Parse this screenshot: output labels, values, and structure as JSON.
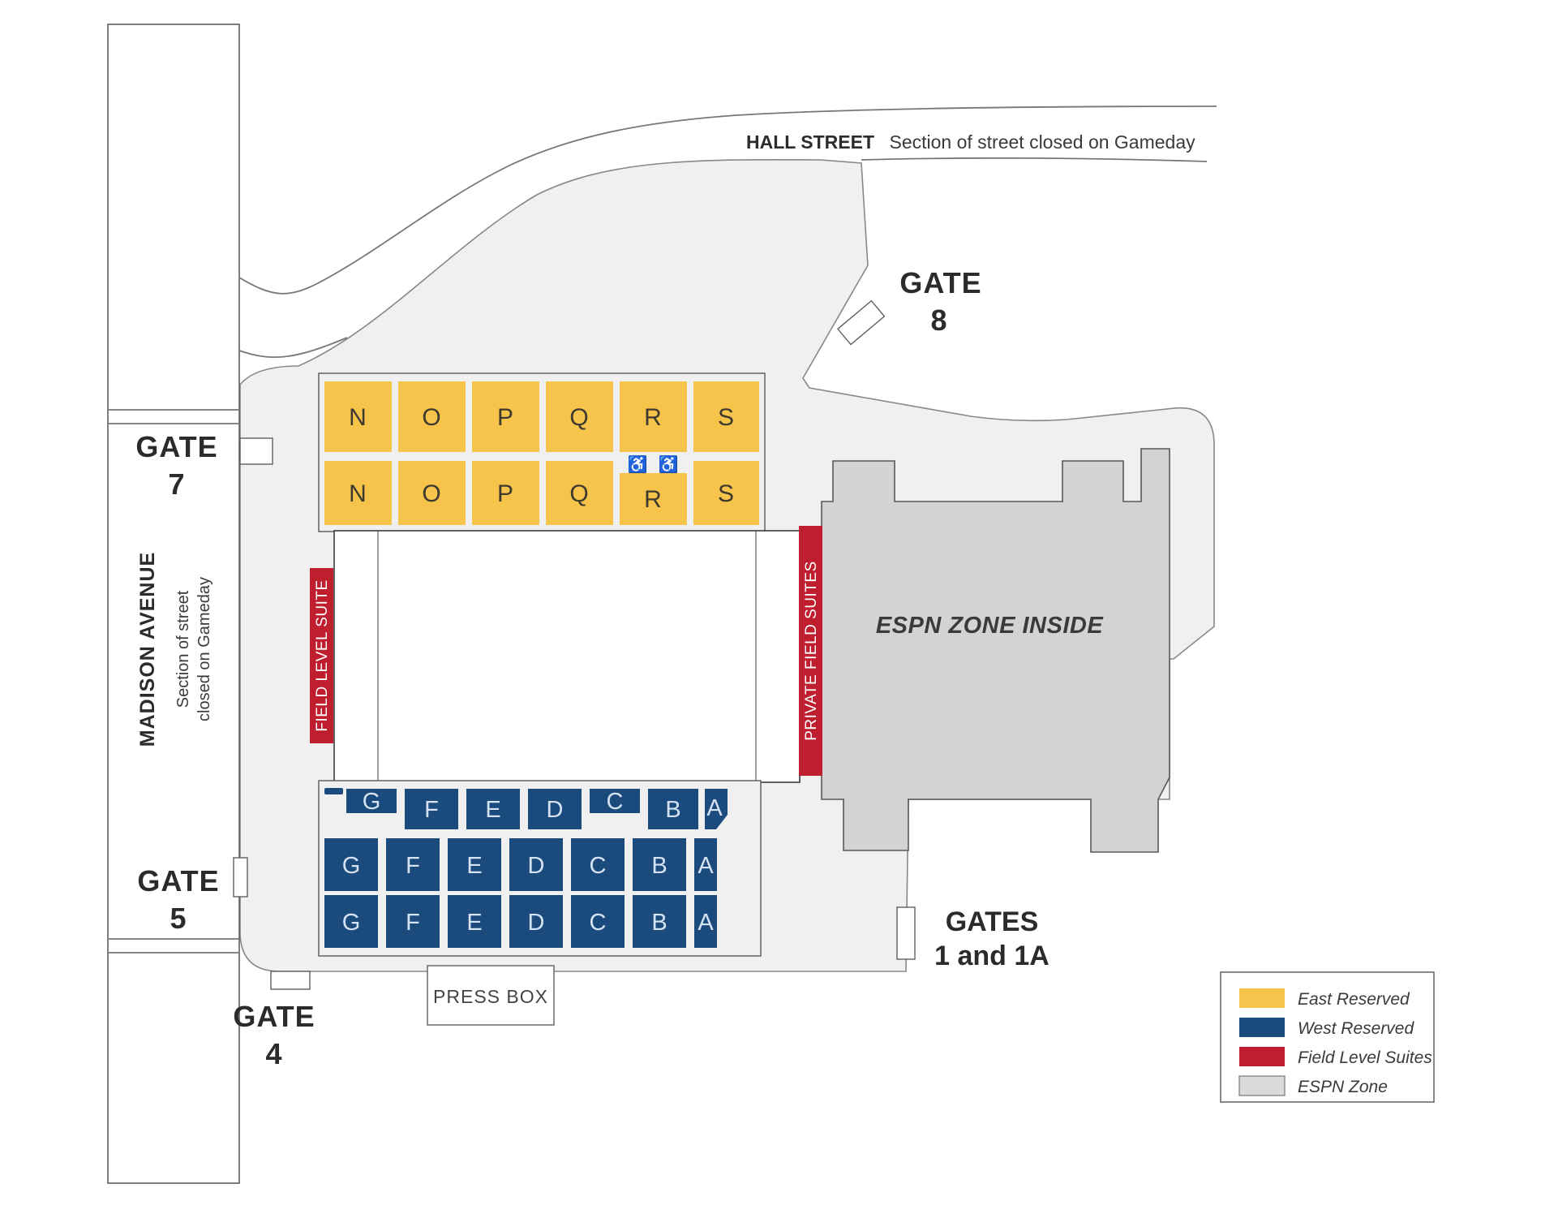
{
  "colors": {
    "east": "#F6C44A",
    "west": "#1B4A7D",
    "suites": "#BE1E2D",
    "espn_zone": "#D3D3D5",
    "concourse": "#F0F0F1"
  },
  "streets": {
    "hall_name": "HALL STREET",
    "hall_note": "Section of street closed on Gameday",
    "madison_name": "MADISON AVENUE",
    "madison_note1": "Section of street",
    "madison_note2": "closed on Gameday"
  },
  "gates": {
    "gate7_word": "GATE",
    "gate7_num": "7",
    "gate8_word": "GATE",
    "gate8_num": "8",
    "gate5_word": "GATE",
    "gate5_num": "5",
    "gate4_word": "GATE",
    "gate4_num": "4",
    "gates1_line1": "GATES",
    "gates1_line2": "1 and 1A"
  },
  "east_stand": {
    "rows": [
      [
        "N",
        "O",
        "P",
        "Q",
        "R",
        "S"
      ],
      [
        "N",
        "O",
        "P",
        "Q",
        "R",
        "S"
      ]
    ]
  },
  "west_stand": {
    "rows": [
      [
        "G",
        "F",
        "E",
        "D",
        "C",
        "B",
        "A"
      ],
      [
        "G",
        "F",
        "E",
        "D",
        "C",
        "B",
        "A"
      ],
      [
        "G",
        "F",
        "E",
        "D",
        "C",
        "B",
        "A"
      ]
    ]
  },
  "suites": {
    "left_label": "FIELD LEVEL SUITE",
    "right_label": "PRIVATE FIELD SUITES"
  },
  "espn": {
    "label": "ESPN ZONE INSIDE"
  },
  "press_box": {
    "label": "PRESS BOX"
  },
  "legend": {
    "items": [
      {
        "label": "East Reserved"
      },
      {
        "label": "West Reserved"
      },
      {
        "label": "Field Level Suites"
      },
      {
        "label": "ESPN Zone"
      }
    ]
  },
  "icons": {
    "wheelchair": "♿"
  }
}
